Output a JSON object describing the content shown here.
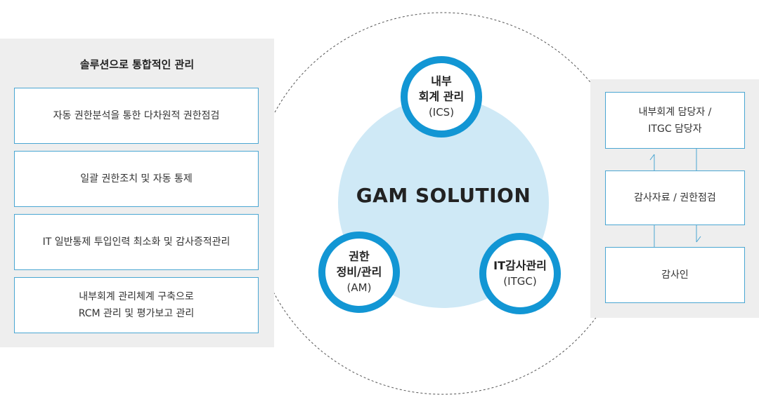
{
  "left_panel": {
    "title": "솔루션으로 통합적인 관리",
    "items": [
      "자동 권한분석을 통한 다차원적 권한점검",
      "일괄 권한조치 및 자동 통제",
      "IT 일반통제 투입인력 최소화 및 감사증적관리",
      "내부회계 관리체계 구축으로\nRCM 관리 및 평가보고 관리"
    ]
  },
  "center": {
    "title": "GAM SOLUTION",
    "nodes": [
      {
        "title": "내부\n회계 관리",
        "sub": "(ICS)"
      },
      {
        "title": "권한\n정비/관리",
        "sub": "(AM)"
      },
      {
        "title": "IT감사관리",
        "sub": "(ITGC)"
      }
    ]
  },
  "right_panel": {
    "items": [
      "내부회계 담당자 /\nITGC 담당자",
      "감사자료 / 권한점검",
      "감사인"
    ]
  },
  "colors": {
    "accent": "#1296d4",
    "box_border": "#4aa6d2",
    "center_fill": "#cfe9f6",
    "panel_bg": "#eeeeee"
  }
}
